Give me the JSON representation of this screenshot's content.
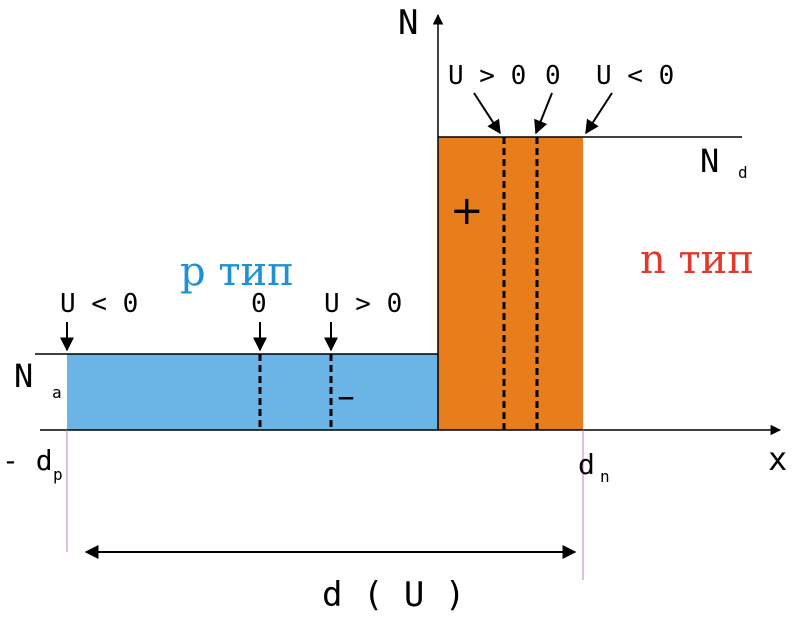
{
  "axes": {
    "y_label": "N",
    "x_label": "x"
  },
  "regions": {
    "p": {
      "label": "p тип",
      "color": "#1E90D7",
      "fill": "#6AB4E6",
      "charge_sign": "–"
    },
    "n": {
      "label": "n тип",
      "color": "#E03A2E",
      "fill": "#E87D1E",
      "charge_sign": "+"
    }
  },
  "levels": {
    "acceptor": {
      "label": "N",
      "sub": "a"
    },
    "donor": {
      "label": "N",
      "sub": "d"
    }
  },
  "edges": {
    "left": {
      "label": "- d",
      "sub": "p"
    },
    "right": {
      "label": "d",
      "sub": "n"
    }
  },
  "markers": {
    "p_side": {
      "u_less": "U < 0",
      "zero": "0",
      "u_greater": "U > 0"
    },
    "n_side": {
      "u_greater": "U > 0",
      "zero": "0",
      "u_less": "U < 0"
    }
  },
  "width_label": "d ( U )"
}
